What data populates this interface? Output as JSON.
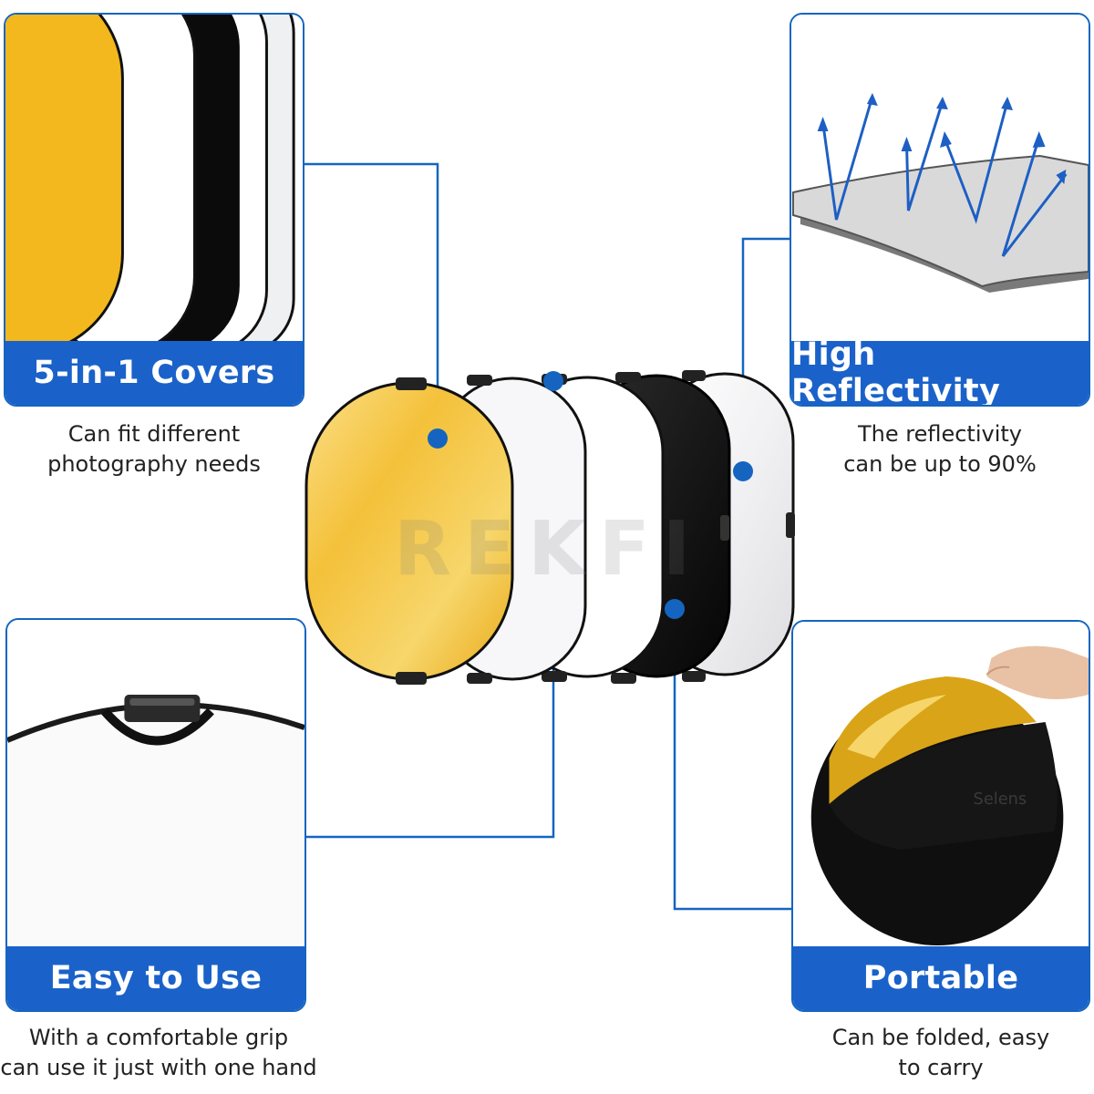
{
  "features": [
    {
      "title": "5-in-1 Covers",
      "caption": [
        "Can fit different",
        "photography needs"
      ],
      "image_icon": "reflector-layers-icon"
    },
    {
      "title": "High Reflectivity",
      "caption": [
        "The reflectivity",
        "can be up to 90%"
      ],
      "image_icon": "reflection-arrows-icon"
    },
    {
      "title": "Easy to Use",
      "caption": [
        "With a comfortable grip",
        "can use it just with one hand"
      ],
      "image_icon": "handle-grip-icon"
    },
    {
      "title": "Portable",
      "caption": [
        "Can be folded, easy",
        "to carry"
      ],
      "image_icon": "carry-bag-icon"
    }
  ],
  "watermark": "REKFI",
  "bag_logo": "Selens",
  "colors": {
    "accent": "#1a62c9",
    "connector": "#1565c0",
    "gold": "#f2b81d",
    "black": "#111111",
    "white": "#ffffff"
  }
}
